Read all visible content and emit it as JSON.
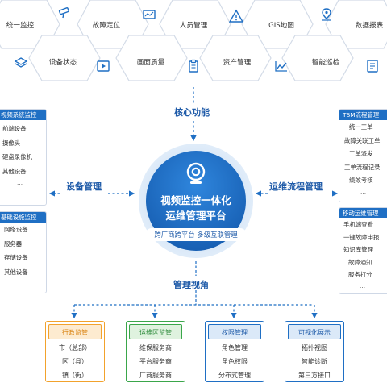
{
  "core_functions": [
    "统一监控",
    "设备状态",
    "故障定位",
    "画面质量",
    "人员管理",
    "资产管理",
    "GIS地图",
    "智能巡检",
    "数据报表"
  ],
  "section_labels": {
    "core": "核心功能",
    "device": "设备管理",
    "ops": "运维流程管理",
    "view": "管理视角"
  },
  "center": {
    "title_line1": "视频监控一体化",
    "title_line2": "运维管理平台",
    "subtitle": "跨厂商跨平台 多级互联管理"
  },
  "left_panels": [
    {
      "title": "视频系统监控",
      "items": [
        "前端设备",
        "摄像头",
        "硬盘录像机",
        "其他设备",
        "..."
      ]
    },
    {
      "title": "基础设施监控",
      "items": [
        "网络设备",
        "服务器",
        "存储设备",
        "其他设备",
        "..."
      ]
    }
  ],
  "right_panels": [
    {
      "title": "TSM流程管理",
      "items": [
        "统一工单",
        "故障关联工单",
        "工单派发",
        "工单流程记录",
        "绩效考核",
        "..."
      ]
    },
    {
      "title": "移动运维管理",
      "items": [
        "手机端查看",
        "一键故障申报",
        "知识库管理",
        "故障通知",
        "服务打分",
        "..."
      ]
    }
  ],
  "bottom_cards": [
    {
      "title": "行政监管",
      "items": [
        "市（总部）",
        "区（县）",
        "镇（街）"
      ],
      "color": "#f2a22c"
    },
    {
      "title": "运维区监管",
      "items": [
        "维保服务商",
        "平台服务商",
        "厂商服务商"
      ],
      "color": "#3aa64a"
    },
    {
      "title": "权限管理",
      "items": [
        "角色管理",
        "角色权限",
        "分布式管理"
      ],
      "color": "#1f6fc4"
    },
    {
      "title": "可视化展示",
      "items": [
        "拓扑视图",
        "智能诊断",
        "第三方接口"
      ],
      "color": "#1f6fc4"
    }
  ],
  "colors": {
    "primary": "#1f6fc4",
    "orange": "#f2a22c",
    "green": "#3aa64a",
    "hex_border": "#cfd8e6"
  }
}
